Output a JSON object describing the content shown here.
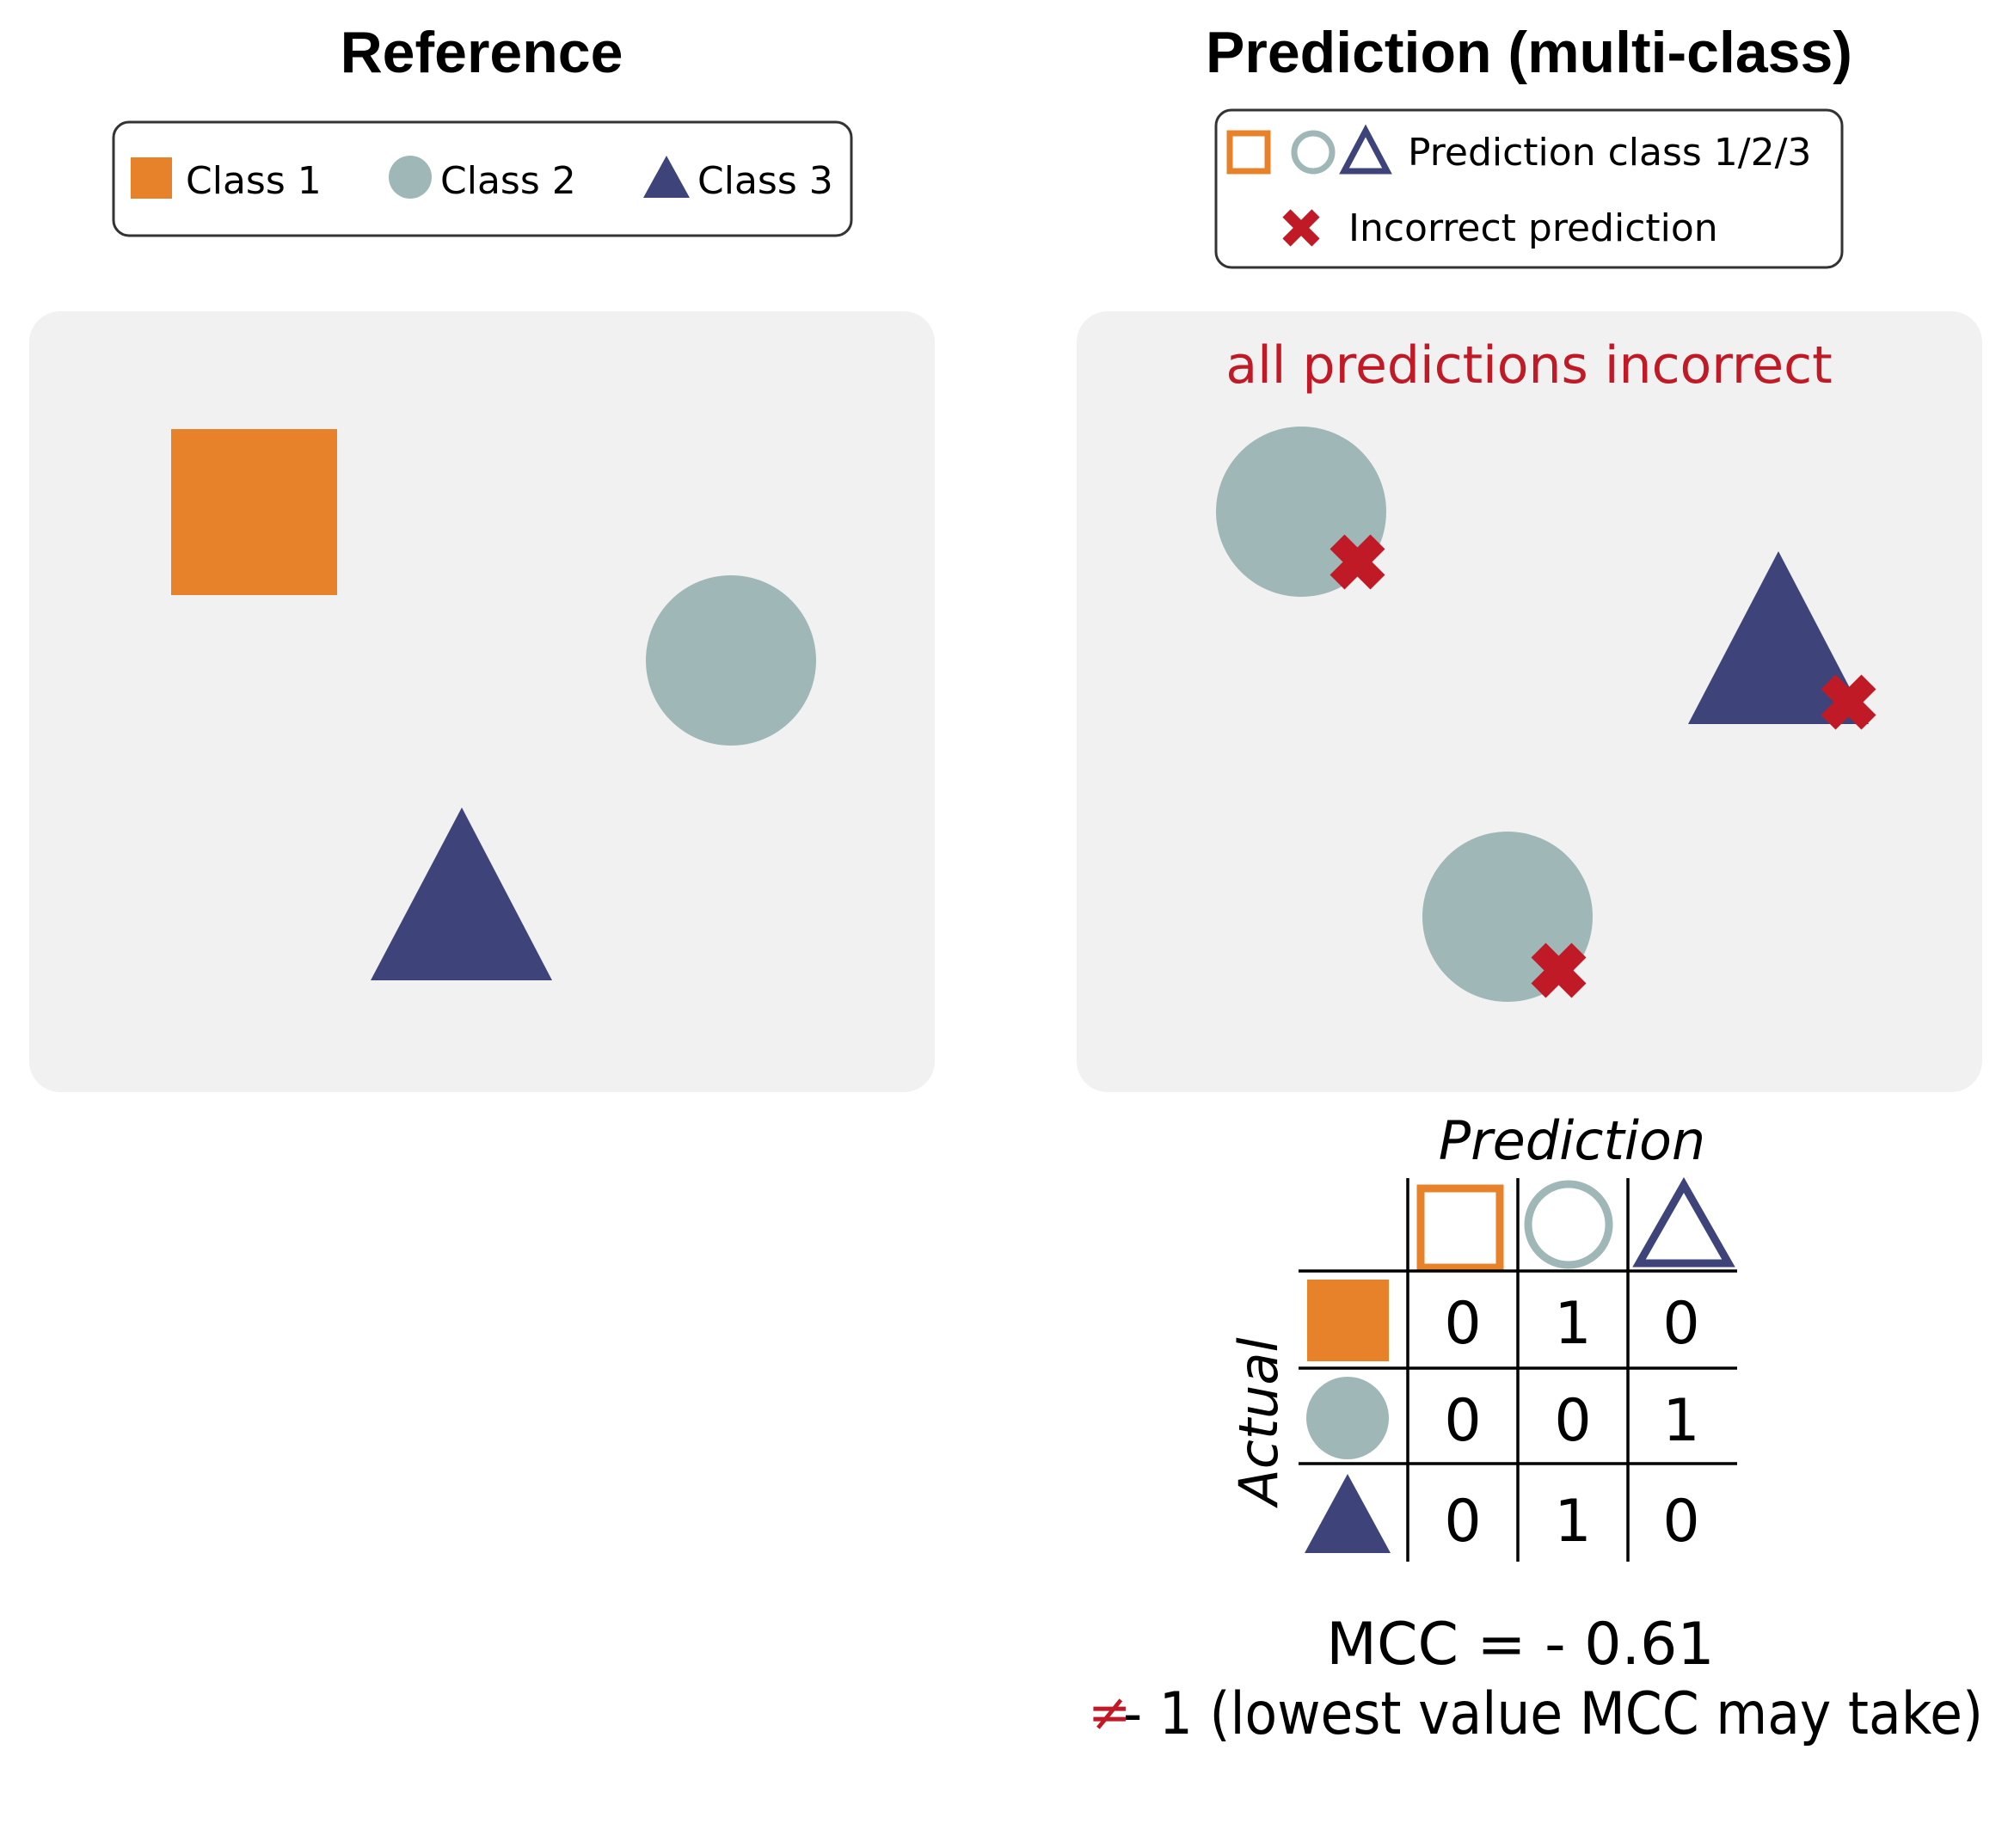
{
  "reference": {
    "title": "Reference",
    "legend": [
      {
        "label": "Class 1",
        "shape": "square"
      },
      {
        "label": "Class 2",
        "shape": "circle"
      },
      {
        "label": "Class 3",
        "shape": "triangle"
      }
    ]
  },
  "prediction": {
    "title": "Prediction (multi-class)",
    "legend_classes_label": "Prediction class 1/2/3",
    "legend_incorrect_label": "Incorrect prediction",
    "panel_note": "all predictions incorrect"
  },
  "matrix": {
    "col_axis_label": "Prediction",
    "row_axis_label": "Actual",
    "rows": [
      {
        "actual": "square",
        "values": [
          "0",
          "1",
          "0"
        ]
      },
      {
        "actual": "circle",
        "values": [
          "0",
          "0",
          "1"
        ]
      },
      {
        "actual": "triangle",
        "values": [
          "0",
          "1",
          "0"
        ]
      }
    ]
  },
  "result": {
    "mcc_line": "MCC = - 0.61",
    "neq_symbol": "≠",
    "lowest_line": "- 1 (lowest value MCC may take)"
  },
  "colors": {
    "class1": "#E8822A",
    "class2": "#A0B7B8",
    "class3": "#3E4479",
    "error": "#C11A27",
    "panel": "#F1F1F1",
    "legend_border": "#333333"
  },
  "icons": {
    "class1": "square-icon",
    "class2": "circle-icon",
    "class3": "triangle-icon",
    "incorrect": "cross-icon"
  }
}
